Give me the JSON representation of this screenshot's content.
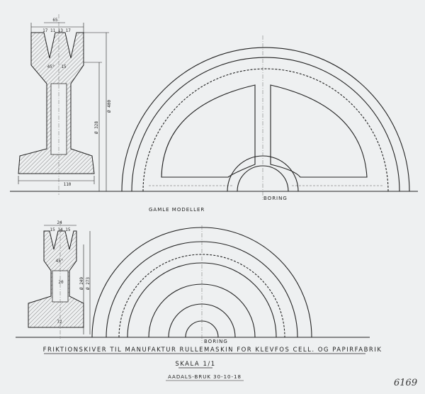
{
  "drawing": {
    "title": "FRIKTIONSKIVER TIL MANUFAKTUR RULLEMASKIN FOR KLEVFOS CELL. OG PAPIRFABRIK",
    "scale": "SKALA 1/1",
    "signature": "AADALS-BRUK 30-10-18",
    "sheet_number": "6169",
    "upper_view": {
      "note": "GAMLE MODELLER",
      "bore_label": "BORING",
      "dims": {
        "top_width": "65",
        "segments": "17 11 13 17",
        "groove": "45°",
        "base_width": "110",
        "dia_inner": "Ø 328",
        "dia_outer": "Ø 400",
        "web": "15"
      }
    },
    "lower_view": {
      "bore_label": "BORING",
      "dims": {
        "top_width": "24",
        "segments": "15 14 15",
        "groove": "45°",
        "web": "20",
        "hub": "72",
        "dia_inner": "Ø 249",
        "dia_outer": "Ø 273"
      }
    }
  }
}
